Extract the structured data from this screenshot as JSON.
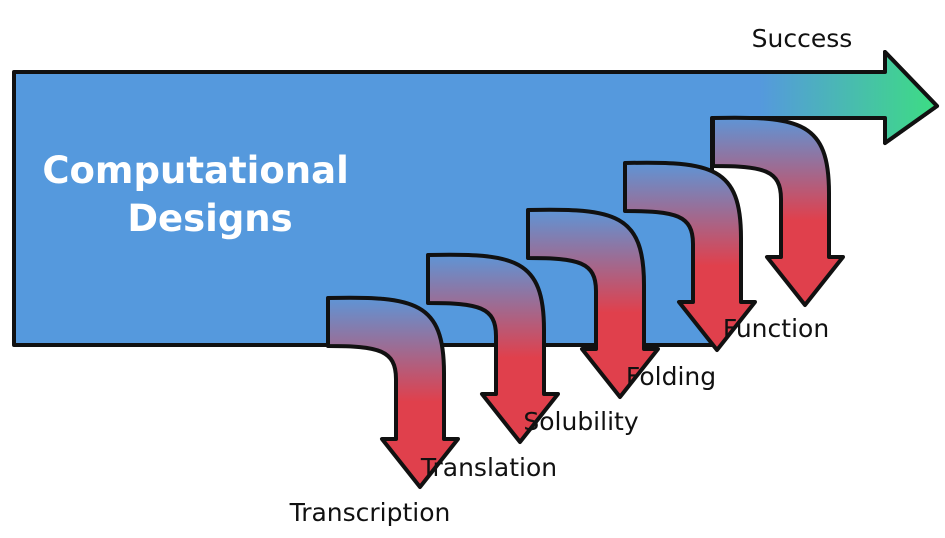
{
  "main_label_lines": [
    "Computational",
    "Designs"
  ],
  "success_label": "Success",
  "stages": [
    {
      "label": "Transcription"
    },
    {
      "label": "Translation"
    },
    {
      "label": "Solubility"
    },
    {
      "label": "Folding"
    },
    {
      "label": "Function"
    }
  ],
  "colors": {
    "main_flow": "#5599dd",
    "success": "#3ddc84",
    "failure": "#e03a46",
    "outline": "#111111"
  }
}
